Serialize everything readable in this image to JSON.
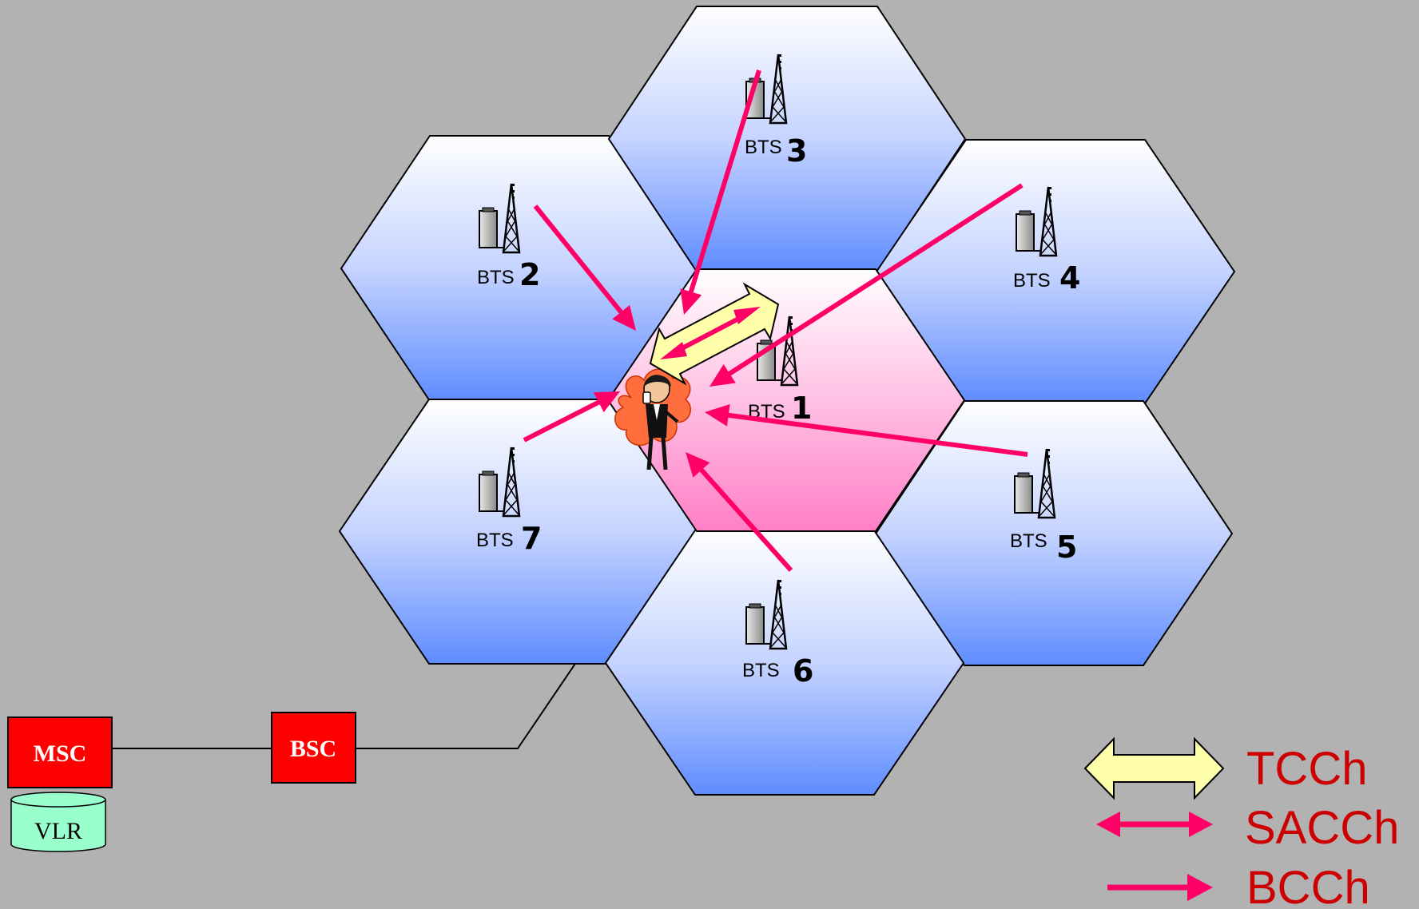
{
  "cells": [
    {
      "id": "bts1",
      "label": "BTS",
      "number": "1",
      "serving": true
    },
    {
      "id": "bts2",
      "label": "BTS",
      "number": "2",
      "serving": false
    },
    {
      "id": "bts3",
      "label": "BTS",
      "number": "3",
      "serving": false
    },
    {
      "id": "bts4",
      "label": "BTS",
      "number": "4",
      "serving": false
    },
    {
      "id": "bts5",
      "label": "BTS",
      "number": "5",
      "serving": false
    },
    {
      "id": "bts6",
      "label": "BTS",
      "number": "6",
      "serving": false
    },
    {
      "id": "bts7",
      "label": "BTS",
      "number": "7",
      "serving": false
    }
  ],
  "network": {
    "msc": "MSC",
    "bsc": "BSC",
    "vlr": "VLR"
  },
  "legend": {
    "tcch": "TCCh",
    "sacch": "SACCh",
    "bcch": "BCCh"
  },
  "colors": {
    "background": "#b2b2b2",
    "cell_blue_top": "#ffffff",
    "cell_blue_bottom": "#5f8cff",
    "cell_pink_top": "#ffffff",
    "cell_pink_bottom": "#ff80c8",
    "bcch_arrow": "#ff0066",
    "tcch_arrow": "#ffffaa",
    "network_box": "#ff0000",
    "vlr_fill": "#99ffcc",
    "legend_text": "#cc0000"
  }
}
